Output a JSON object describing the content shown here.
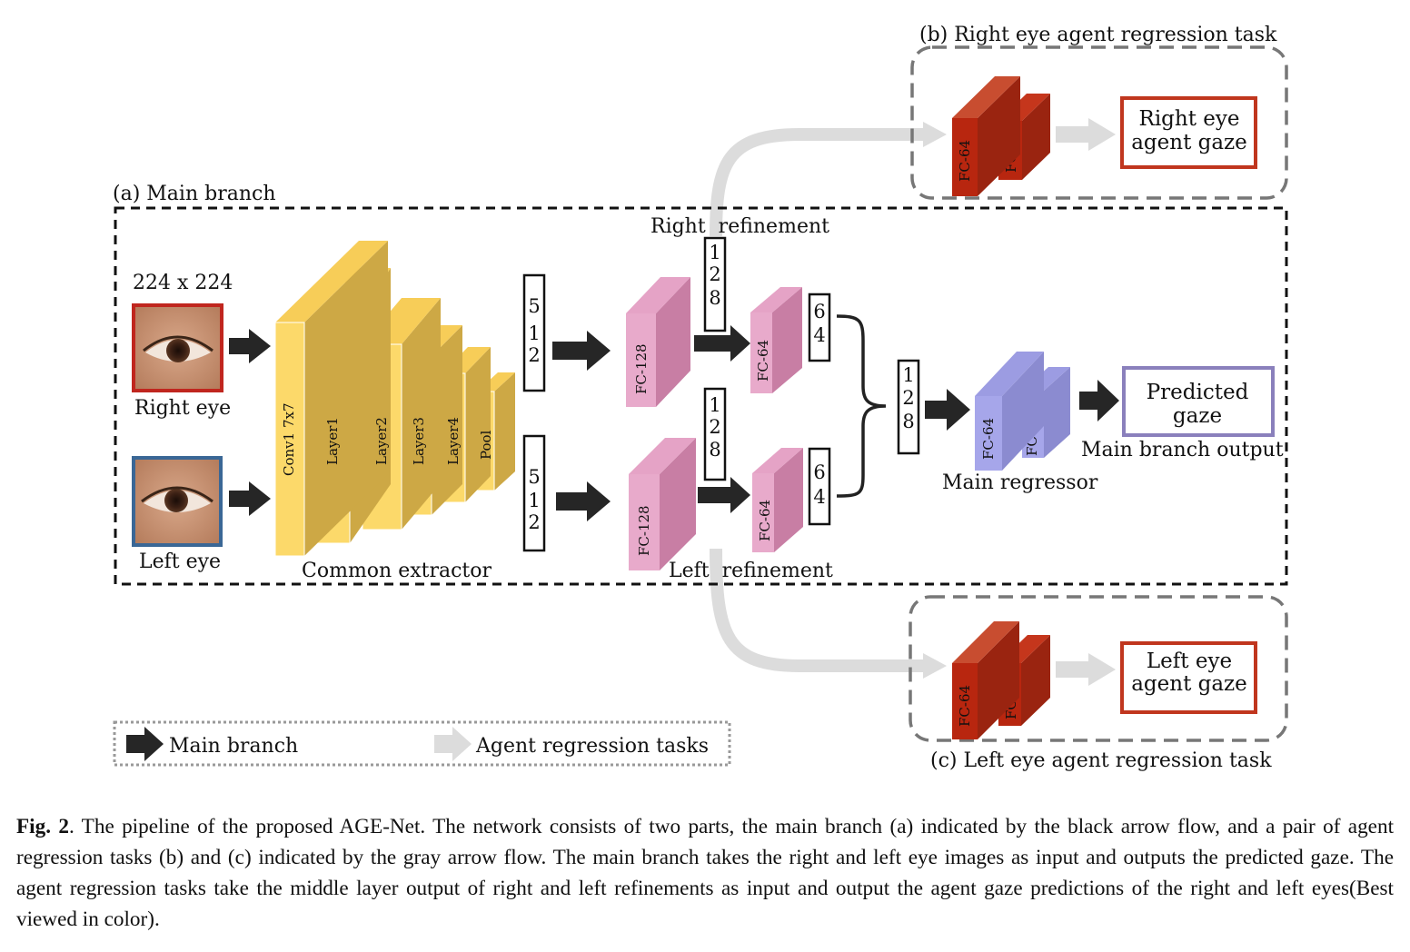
{
  "diagram": {
    "panel_a_title": "(a) Main branch",
    "panel_b_title": "(b) Right eye agent regression task",
    "panel_c_title": "(c) Left eye agent regression task",
    "input_size": "224 x 224",
    "right_eye_label": "Right eye",
    "left_eye_label": "Left eye",
    "extractor": {
      "label": "Common extractor",
      "layers": [
        "Conv1 7x7",
        "Layer1",
        "Layer2",
        "Layer3",
        "Layer4",
        "Pool"
      ]
    },
    "vec_512": [
      "5",
      "1",
      "2"
    ],
    "vec_128": [
      "1",
      "2",
      "8"
    ],
    "vec_64": [
      "6",
      "4"
    ],
    "fc128_label": "FC-128",
    "fc64_label": "FC-64",
    "fc2_label": "FC-2",
    "fc42_label": "FC-4/2",
    "right_refinement_label": "Right  refinement",
    "left_refinement_label": "Left  refinement",
    "main_regressor_label": "Main regressor",
    "predicted_gaze": [
      "Predicted",
      "gaze"
    ],
    "main_output_label": "Main branch output",
    "right_agent_gaze": [
      "Right eye",
      "agent gaze"
    ],
    "left_agent_gaze": [
      "Left eye",
      "agent gaze"
    ],
    "legend": {
      "main_branch": "Main branch",
      "agent_tasks": "Agent regression tasks"
    },
    "colors": {
      "right_eye_frame": "#c0261e",
      "left_eye_frame": "#3a6796",
      "extractor": "#fcd96a",
      "refinement": "#e6a6c8",
      "regressor": "#a6a6ea",
      "agent": "#c5361c",
      "agent_box": "#c0361e",
      "predicted_box": "#8a80bc",
      "main_arrow": "#262626",
      "agent_arrow": "#dcdcdc"
    }
  },
  "caption": {
    "label": "Fig. 2",
    "text": ". The pipeline of the proposed AGE-Net. The network consists of two parts, the main branch (a) indicated by the black arrow flow, and a pair of agent regression tasks (b) and (c) indicated by the gray arrow flow. The main branch takes the right and left eye images as input and outputs the predicted gaze. The agent regression tasks take the middle layer output of right and left refinements as input and output the agent gaze predictions of the right and left eyes(Best viewed in color)."
  }
}
